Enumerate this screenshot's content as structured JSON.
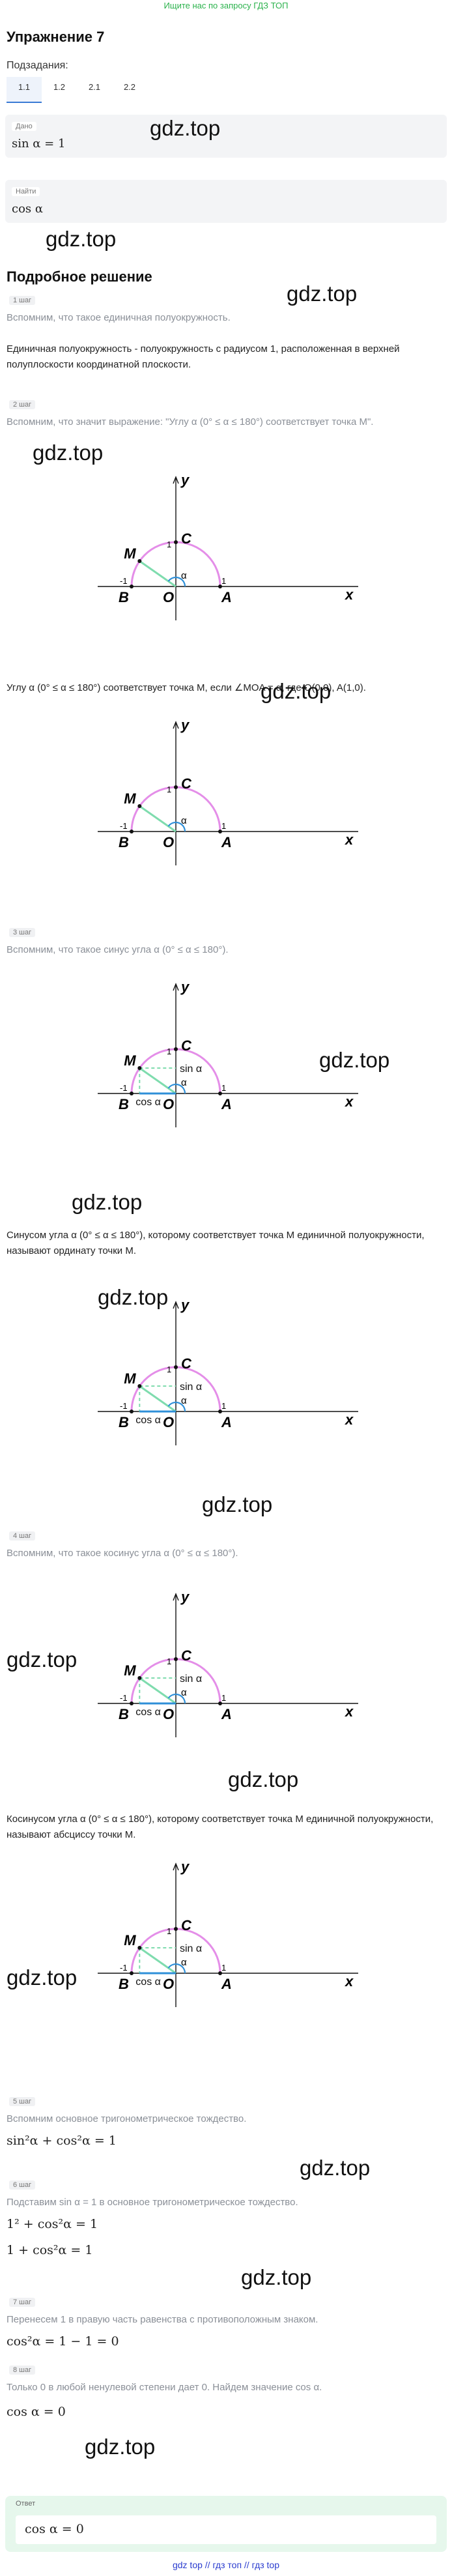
{
  "top_banner": "Ищите нас по запросу ГДЗ ТОП",
  "title": "Упражнение 7",
  "subtasks_label": "Подзадания:",
  "tabs": [
    "1.1",
    "1.2",
    "2.1",
    "2.2"
  ],
  "given": {
    "label": "Дано",
    "value": "sin α  =  1"
  },
  "find": {
    "label": "Найти",
    "value": "cos α"
  },
  "watermark": "gdz.top",
  "section_title": "Подробное решение",
  "steps": {
    "s1": {
      "label": "1 шаг",
      "q": "Вспомним, что такое единичная полуокружность.",
      "a": "Единичная полуокружность - полуокружность с радиусом 1, расположенная в верхней полуплоскости координатной плоскости."
    },
    "s2": {
      "label": "2 шаг",
      "q": "Вспомним, что значит выражение: \"Углу α (0° ≤ α ≤ 180°) соответствует точка M\".",
      "a": "Углу α (0° ≤ α ≤ 180°) соответствует точка M, если ∠MOA = α, где O(0,0), A(1,0)."
    },
    "s3": {
      "label": "3 шаг",
      "q": "Вспомним, что такое синус угла α (0° ≤ α ≤ 180°).",
      "a": "Синусом угла α (0° ≤ α ≤ 180°), которому соответствует точка M единичной полуокружности, называют ординату точки M."
    },
    "s4": {
      "label": "4 шаг",
      "q": "Вспомним, что такое косинус угла α (0° ≤ α ≤ 180°).",
      "a": "Косинусом угла α (0° ≤ α ≤ 180°), которому соответствует точка M единичной полуокружности, называют абсциссу точки M."
    },
    "s5": {
      "label": "5 шаг",
      "q": "Вспомним основное тригонометрическое тождество.",
      "m1": "sin²α + cos²α = 1"
    },
    "s6": {
      "label": "6 шаг",
      "q": "Подставим sin α = 1 в основное тригонометрическое тождество.",
      "m1": "1² + cos²α = 1",
      "m2": "1 + cos²α = 1"
    },
    "s7": {
      "label": "7 шаг",
      "q": "Перенесем 1 в правую часть равенства с противоположным знаком.",
      "m1": "cos²α = 1 − 1 = 0"
    },
    "s8": {
      "label": "8 шаг",
      "q": "Только 0 в любой ненулевой степени дает 0. Найдем значение cos α.",
      "m1": "cos α = 0"
    }
  },
  "figure": {
    "y": "y",
    "x": "x",
    "C": "C",
    "M": "M",
    "B": "B",
    "O": "O",
    "A": "A",
    "alpha": "α",
    "sin": "sin α",
    "cos": "cos α",
    "one": "1",
    "minus_one": "-1"
  },
  "answer": {
    "label": "Ответ",
    "value": "cos α  =  0"
  },
  "footer": "gdz top  //  гдз топ  //  гдз top",
  "colors": {
    "arc": "#e48ee8",
    "radius": "#7fdcae",
    "angle": "#2e8fd8",
    "dashed": "#7fdcae",
    "banner": "#2bb24c"
  }
}
